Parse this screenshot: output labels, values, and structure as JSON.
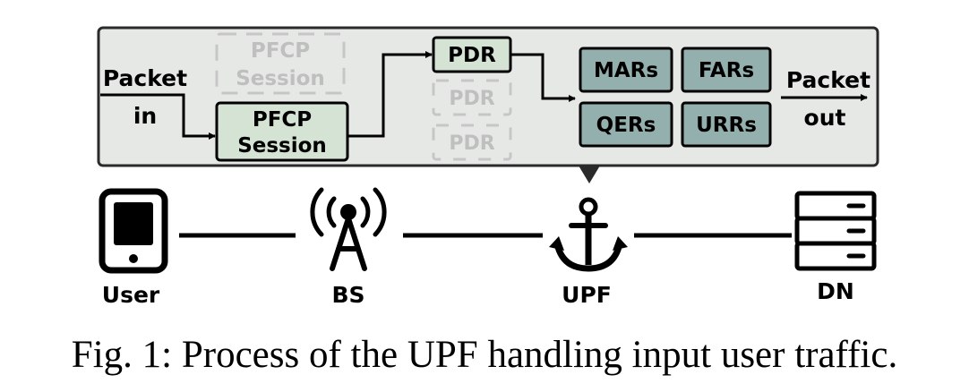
{
  "panel": {
    "packet_in": [
      "Packet",
      "in"
    ],
    "packet_out": [
      "Packet",
      "out"
    ],
    "ghost_session": [
      "PFCP",
      "Session"
    ],
    "active_session": [
      "PFCP",
      "Session"
    ],
    "pdr_active": "PDR",
    "pdr_ghost_1": "PDR",
    "pdr_ghost_2": "PDR",
    "rules": {
      "mars": "MARs",
      "fars": "FARs",
      "qers": "QERs",
      "urrs": "URRs"
    }
  },
  "nodes": {
    "user": "User",
    "bs": "BS",
    "upf": "UPF",
    "dn": "DN"
  },
  "icons": {
    "user": "smartphone-icon",
    "bs": "antenna-tower-icon",
    "upf": "anchor-icon",
    "dn": "server-icon"
  },
  "colors": {
    "panel_fill": "#e6e8e5",
    "active_box_fill": "#d5e3d5",
    "rule_box_fill": "#93b0ae",
    "ghost_stroke": "#c6c6c6"
  },
  "caption": "Fig. 1: Process of the UPF handling input user traffic."
}
